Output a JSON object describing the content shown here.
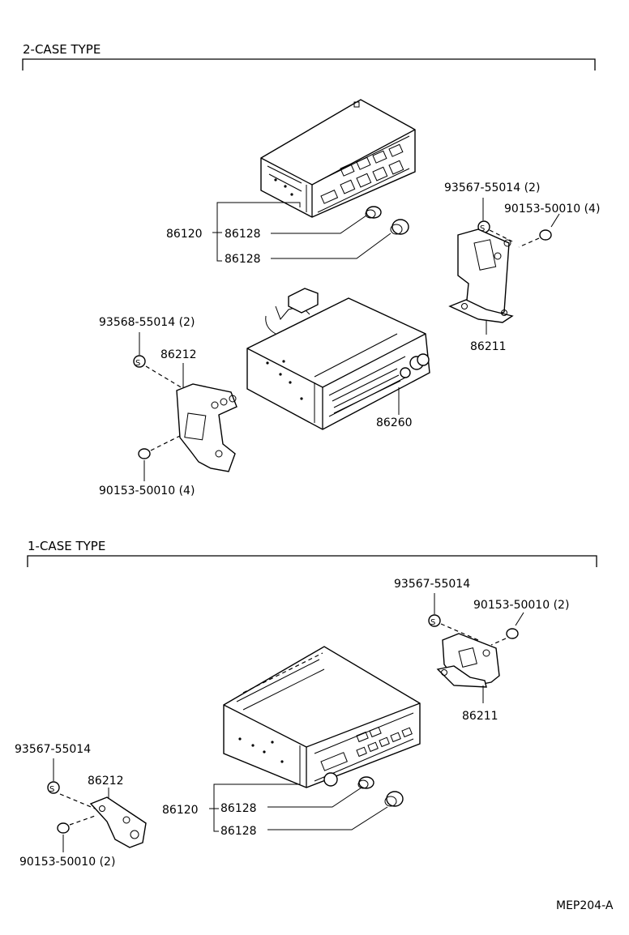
{
  "sections": {
    "two_case": "2-CASE TYPE",
    "one_case": "1-CASE TYPE"
  },
  "two_case": {
    "label_86120": "86120",
    "label_86128_a": "86128",
    "label_86128_b": "86128",
    "label_93567": "93567-55014 (2)",
    "label_90153_right": "90153-50010 (4)",
    "label_86211": "86211",
    "label_93568": "93568-55014 (2)",
    "label_86212": "86212",
    "label_86260": "86260",
    "label_90153_left": "90153-50010 (4)",
    "symbol_s": "S"
  },
  "one_case": {
    "label_93567_right": "93567-55014",
    "label_90153_right": "90153-50010 (2)",
    "label_86211": "86211",
    "label_93567_left": "93567-55014",
    "label_86212": "86212",
    "label_86120": "86120",
    "label_86128_a": "86128",
    "label_86128_b": "86128",
    "label_90153_left": "90153-50010 (2)",
    "symbol_s": "S"
  },
  "diagram_code": "MEP204-A"
}
